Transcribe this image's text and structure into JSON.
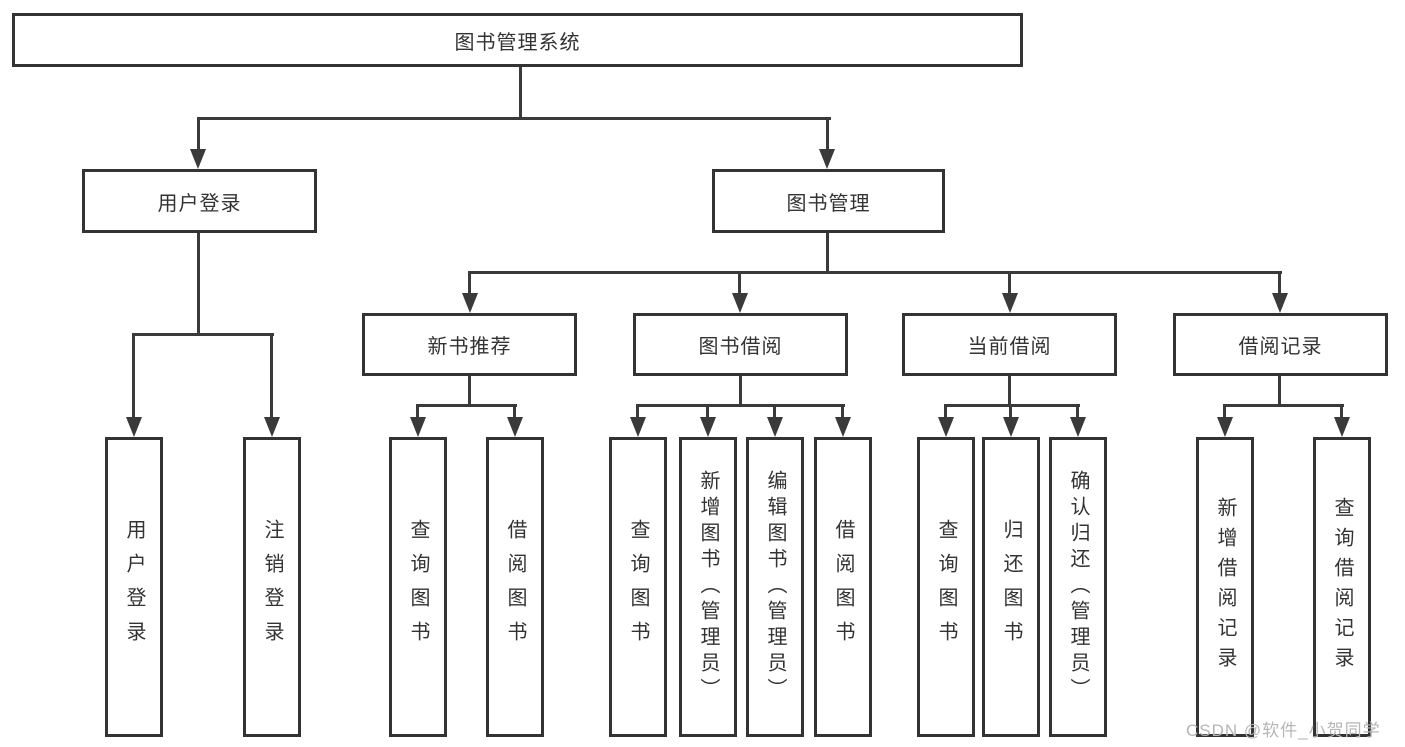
{
  "diagram": {
    "root": {
      "label": "图书管理系统",
      "children": [
        {
          "label": "用户登录",
          "children": [
            {
              "label": "用户登录"
            },
            {
              "label": "注销登录"
            }
          ]
        },
        {
          "label": "图书管理",
          "children": [
            {
              "label": "新书推荐",
              "children": [
                {
                  "label": "查询图书"
                },
                {
                  "label": "借阅图书"
                }
              ]
            },
            {
              "label": "图书借阅",
              "children": [
                {
                  "label": "查询图书"
                },
                {
                  "label": "新增图书（管理员）"
                },
                {
                  "label": "编辑图书（管理员）"
                },
                {
                  "label": "借阅图书"
                }
              ]
            },
            {
              "label": "当前借阅",
              "children": [
                {
                  "label": "查询图书"
                },
                {
                  "label": "归还图书"
                },
                {
                  "label": "确认归还（管理员）"
                }
              ]
            },
            {
              "label": "借阅记录",
              "children": [
                {
                  "label": "新增借阅记录"
                },
                {
                  "label": "查询借阅记录"
                }
              ]
            }
          ]
        }
      ]
    },
    "watermark": "CSDN @软件_小贺同学",
    "colors": {
      "line": "#3a3a3a",
      "box_border": "#333333",
      "box_fill": "#ffffff",
      "text": "#333333",
      "watermark": "#b6b6b6"
    }
  }
}
